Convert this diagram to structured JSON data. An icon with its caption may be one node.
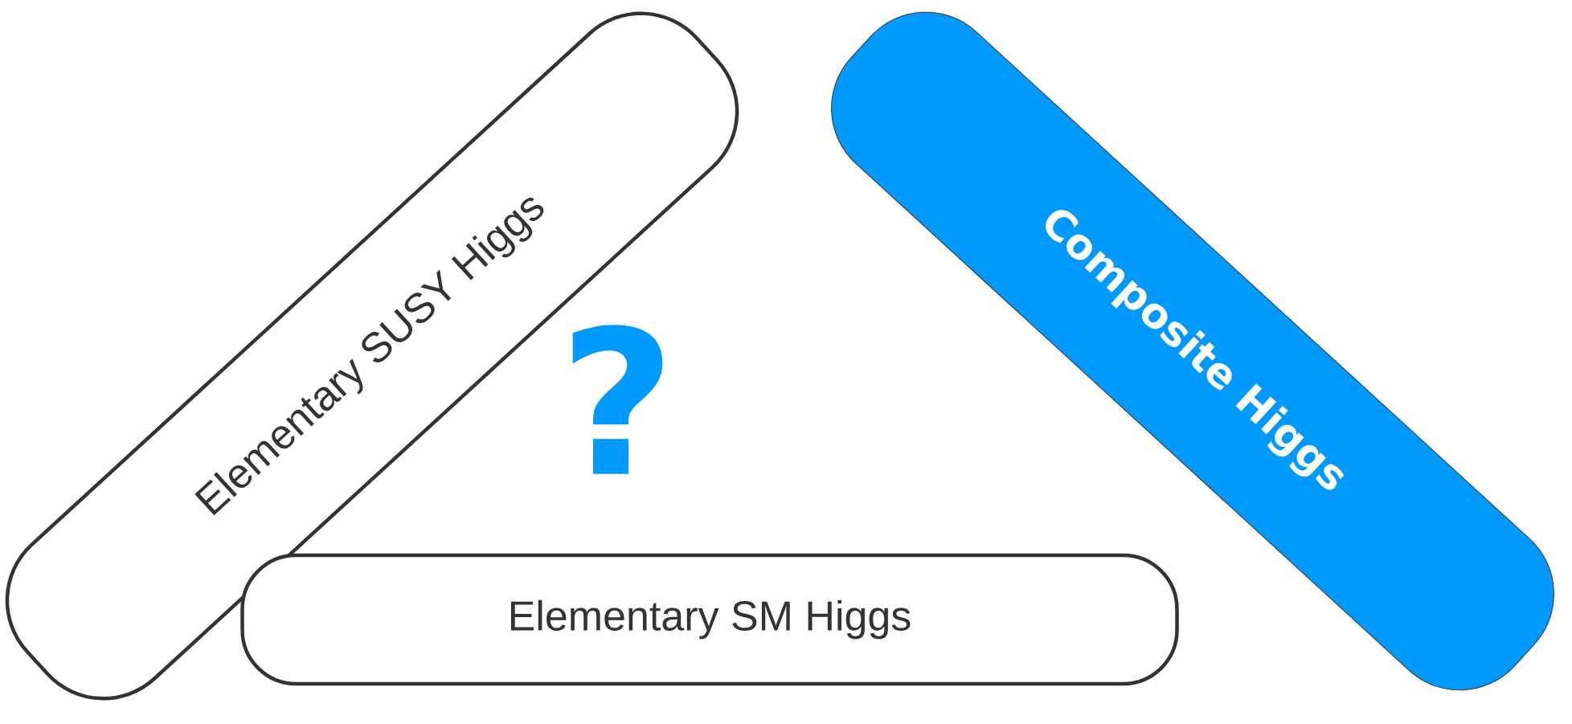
{
  "diagram": {
    "nodes": [
      {
        "text": [
          "Elementary SUSY Higgs"
        ]
      },
      {
        "text": [
          "Composite Higgs"
        ]
      },
      {
        "text": [
          "Elementary SM Higgs"
        ]
      }
    ],
    "labels": [
      "?"
    ]
  }
}
